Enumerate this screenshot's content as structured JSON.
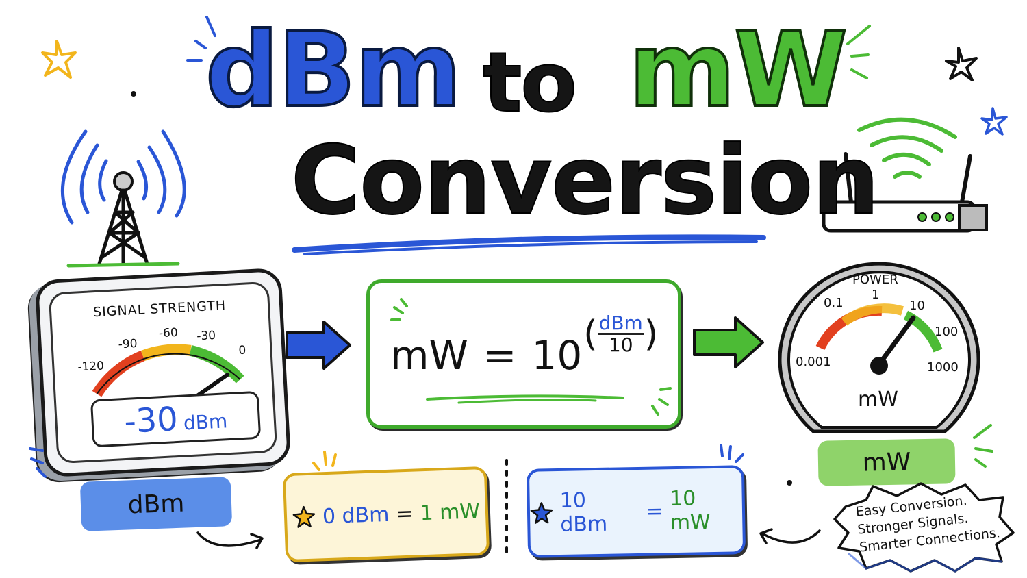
{
  "title": {
    "word1": "dBm",
    "word2": "to",
    "word3": "mW",
    "line2": "Conversion"
  },
  "signal_meter": {
    "title": "SIGNAL STRENGTH",
    "ticks": [
      "-120",
      "-90",
      "-60",
      "-30",
      "0"
    ],
    "reading_value": "-30",
    "reading_unit": "dBm",
    "zones": {
      "low": "#e2401f",
      "mid": "#f2b51c",
      "high": "#4cbb35"
    }
  },
  "formula": {
    "lhs": "mW",
    "equals": "=",
    "base": "10",
    "exponent_numerator": "dBm",
    "exponent_denominator": "10",
    "open_paren": "(",
    "close_paren": ")"
  },
  "power_gauge": {
    "title": "POWER",
    "ticks": [
      "0.001",
      "0.1",
      "1",
      "10",
      "100",
      "1000"
    ],
    "unit": "mW"
  },
  "labels": {
    "left": "dBm",
    "right": "mW"
  },
  "examples": [
    {
      "dbm": "0 dBm",
      "equals": "=",
      "mw": "1 mW",
      "star_color": "#f2b51c"
    },
    {
      "dbm": "10 dBm",
      "equals": "=",
      "mw": "10 mW",
      "star_color": "#2a56d6"
    }
  ],
  "tagline": {
    "line1": "Easy Conversion.",
    "line2": "Stronger Signals.",
    "line3": "Smarter Connections."
  },
  "colors": {
    "blue": "#2a56d6",
    "green": "#4cbb35",
    "yellow": "#f2b51c",
    "ink": "#111111"
  }
}
